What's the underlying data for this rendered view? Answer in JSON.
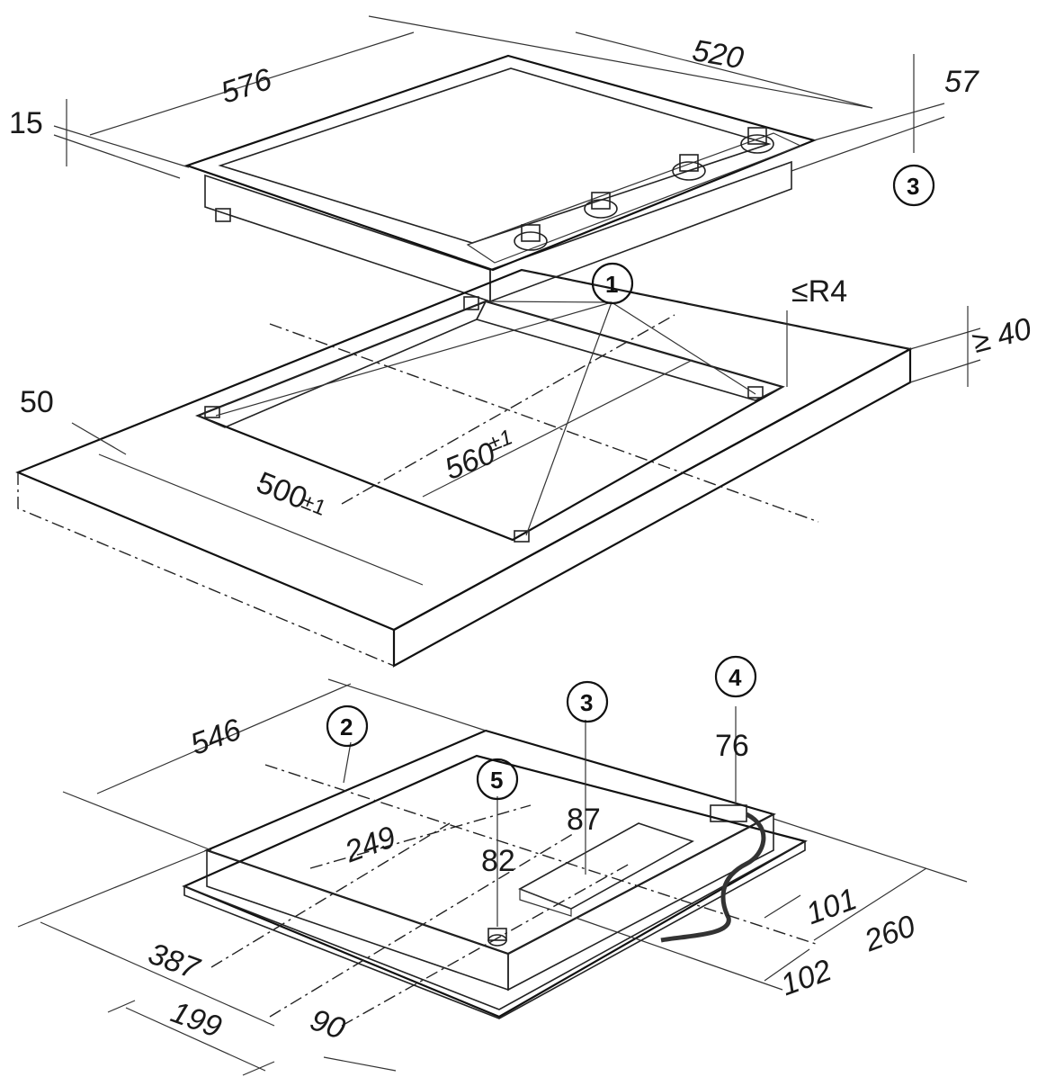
{
  "top_dimensions": {
    "depth": "576",
    "width": "520",
    "thickness": "15",
    "height": "57"
  },
  "cutout_dimensions": {
    "margin": "50",
    "cut_depth": "500",
    "cut_depth_tol": "±1",
    "cut_width": "560",
    "cut_width_tol": "±1",
    "radius": "≤R4",
    "min_depth": "≥ 40"
  },
  "bottom_dimensions": {
    "depth": "546",
    "d249": "249",
    "d87": "87",
    "d82": "82",
    "d76": "76",
    "d387": "387",
    "d199": "199",
    "d90": "90",
    "d101": "101",
    "d102": "102",
    "d260": "260"
  },
  "callouts": {
    "c1": "1",
    "c2": "2",
    "c3_top": "3",
    "c3_bottom": "3",
    "c4": "4",
    "c5": "5"
  },
  "colors": {
    "hob_surface": "#dcdcdc",
    "hob_glass": "#e6e6e6",
    "worktop": "#e3e3e3",
    "worktop_edge": "#c8c8c8",
    "cutout_shadow": "#bdbdbd",
    "line": "#222222"
  }
}
